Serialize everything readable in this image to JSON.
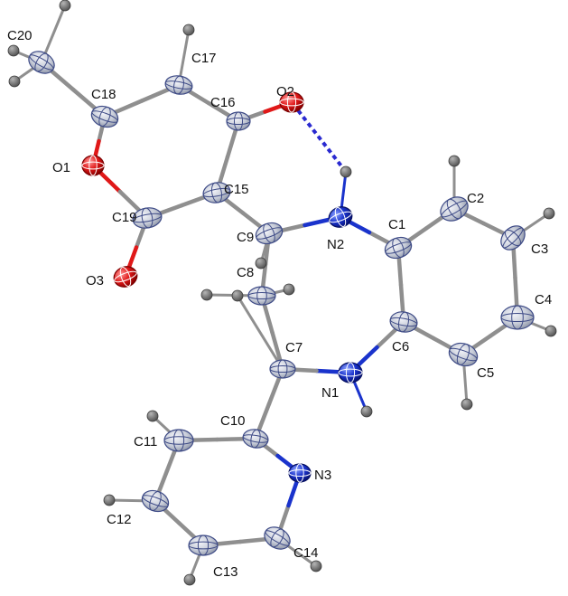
{
  "figure": {
    "colors": {
      "background": "#ffffff",
      "carbon": "#c7ccd8",
      "carbon_stroke": "#3d4a86",
      "hydrogen": "#6e6e6e",
      "oxygen": "#e01818",
      "nitrogen": "#1a33cc",
      "hbond": "#2a2ad0",
      "bond_gray": "#8f8f8f"
    },
    "atoms": [
      {
        "id": "C1",
        "label": "C1",
        "element": "C"
      },
      {
        "id": "C2",
        "label": "C2",
        "element": "C"
      },
      {
        "id": "C3",
        "label": "C3",
        "element": "C"
      },
      {
        "id": "C4",
        "label": "C4",
        "element": "C"
      },
      {
        "id": "C5",
        "label": "C5",
        "element": "C"
      },
      {
        "id": "C6",
        "label": "C6",
        "element": "C"
      },
      {
        "id": "C7",
        "label": "C7",
        "element": "C"
      },
      {
        "id": "C8",
        "label": "C8",
        "element": "C"
      },
      {
        "id": "C9",
        "label": "C9",
        "element": "C"
      },
      {
        "id": "C10",
        "label": "C10",
        "element": "C"
      },
      {
        "id": "C11",
        "label": "C11",
        "element": "C"
      },
      {
        "id": "C12",
        "label": "C12",
        "element": "C"
      },
      {
        "id": "C13",
        "label": "C13",
        "element": "C"
      },
      {
        "id": "C14",
        "label": "C14",
        "element": "C"
      },
      {
        "id": "C15",
        "label": "C15",
        "element": "C"
      },
      {
        "id": "C16",
        "label": "C16",
        "element": "C"
      },
      {
        "id": "C17",
        "label": "C17",
        "element": "C"
      },
      {
        "id": "C18",
        "label": "C18",
        "element": "C"
      },
      {
        "id": "C19",
        "label": "C19",
        "element": "C"
      },
      {
        "id": "C20",
        "label": "C20",
        "element": "C"
      },
      {
        "id": "N1",
        "label": "N1",
        "element": "N"
      },
      {
        "id": "N2",
        "label": "N2",
        "element": "N"
      },
      {
        "id": "N3",
        "label": "N3",
        "element": "N"
      },
      {
        "id": "O1",
        "label": "O1",
        "element": "O"
      },
      {
        "id": "O2",
        "label": "O2",
        "element": "O"
      },
      {
        "id": "O3",
        "label": "O3",
        "element": "O"
      }
    ],
    "bonds": [
      [
        "C1",
        "C2"
      ],
      [
        "C2",
        "C3"
      ],
      [
        "C3",
        "C4"
      ],
      [
        "C4",
        "C5"
      ],
      [
        "C5",
        "C6"
      ],
      [
        "C6",
        "C1"
      ],
      [
        "C1",
        "N2"
      ],
      [
        "C6",
        "N1"
      ],
      [
        "N1",
        "C7"
      ],
      [
        "C7",
        "C8"
      ],
      [
        "C8",
        "C9"
      ],
      [
        "C9",
        "N2"
      ],
      [
        "C7",
        "C10"
      ],
      [
        "C10",
        "N3"
      ],
      [
        "C10",
        "C11"
      ],
      [
        "C11",
        "C12"
      ],
      [
        "C12",
        "C13"
      ],
      [
        "C13",
        "C14"
      ],
      [
        "C14",
        "N3"
      ],
      [
        "C9",
        "C15"
      ],
      [
        "C15",
        "C16"
      ],
      [
        "C16",
        "O2"
      ],
      [
        "C16",
        "C17"
      ],
      [
        "C17",
        "C18"
      ],
      [
        "C18",
        "C20"
      ],
      [
        "C18",
        "O1"
      ],
      [
        "O1",
        "C19"
      ],
      [
        "C19",
        "O3"
      ],
      [
        "C19",
        "C15"
      ]
    ],
    "hbond": [
      "H2N",
      "O2"
    ]
  }
}
